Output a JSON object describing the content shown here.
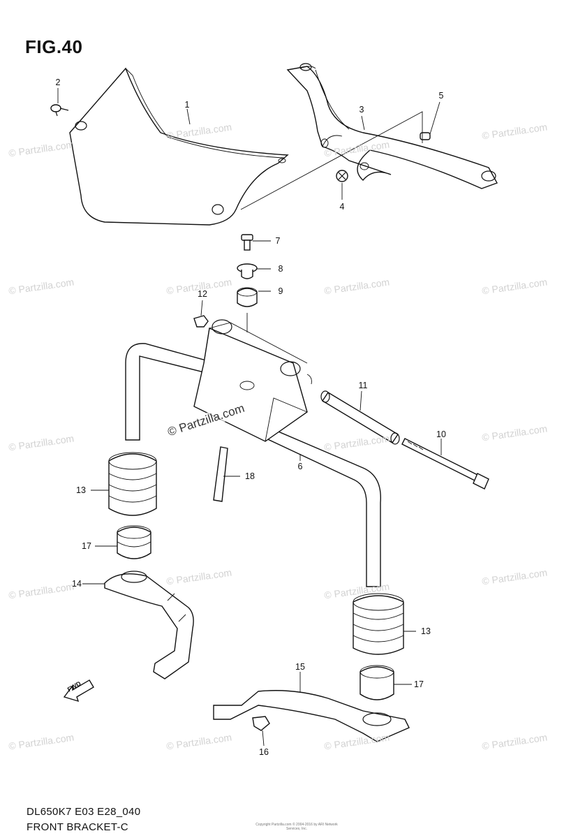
{
  "title": "FIG.40",
  "footer": {
    "model_code": "DL650K7 E03 E28_040",
    "section_name": "FRONT BRACKET-C"
  },
  "watermark": "© Partzilla.com",
  "copyright_text": "Copyright Partzilla.com © 2004-2016 by ARI Network Services, Inc.",
  "fwd_label": "FWD",
  "callouts": {
    "c1": "1",
    "c2": "2",
    "c3": "3",
    "c4": "4",
    "c5": "5",
    "c6": "6",
    "c7": "7",
    "c8": "8",
    "c9": "9",
    "c10": "10",
    "c11": "11",
    "c12": "12",
    "c13a": "13",
    "c13b": "13",
    "c14": "14",
    "c15": "15",
    "c16": "16",
    "c17a": "17",
    "c17b": "17",
    "c18": "18"
  },
  "colors": {
    "line": "#111111",
    "watermark": "#d2d2d2",
    "background": "#ffffff"
  }
}
